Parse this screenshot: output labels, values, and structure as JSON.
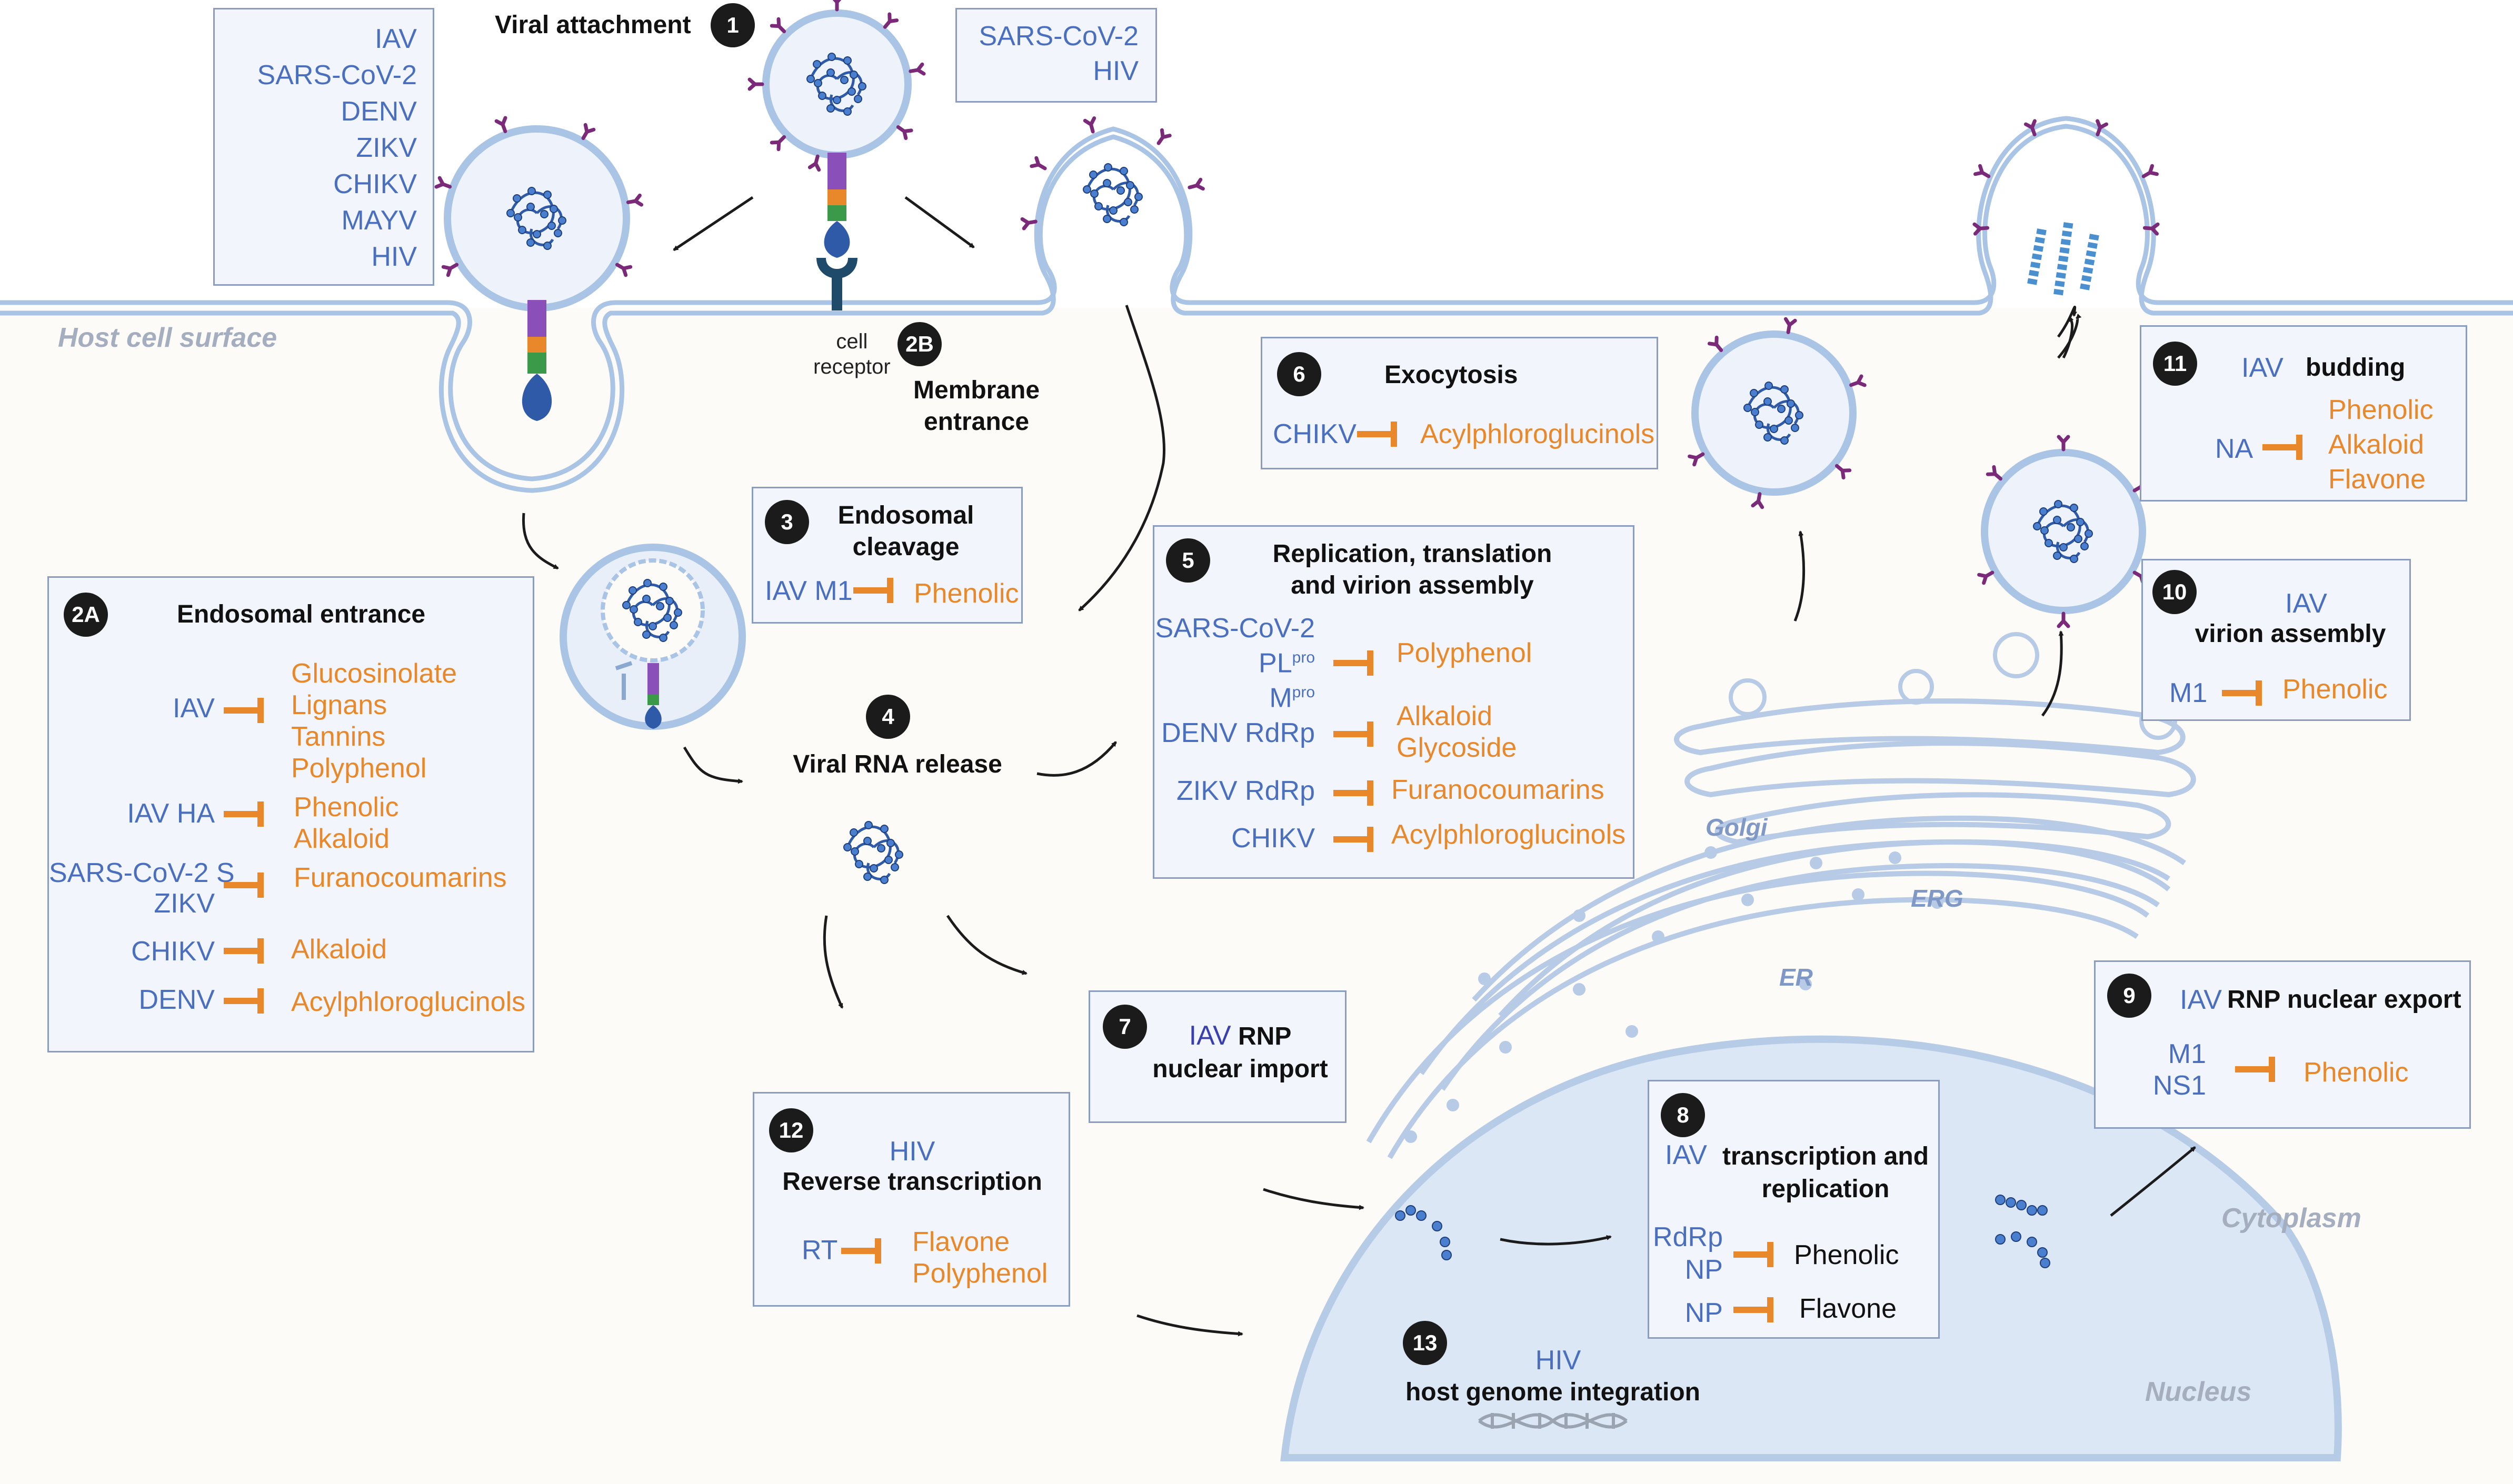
{
  "labels": {
    "host_surface": "Host cell surface",
    "cytoplasm": "Cytoplasm",
    "nucleus": "Nucleus",
    "golgi": "Golgi",
    "erg": "ERG",
    "er": "ER"
  },
  "step1": {
    "num": "1",
    "title": "Viral attachment",
    "receptor_line1": "cell",
    "receptor_line2": "receptor"
  },
  "box_left_top": {
    "viruses": [
      "IAV",
      "SARS-CoV-2",
      "DENV",
      "ZIKV",
      "CHIKV",
      "MAYV",
      "HIV"
    ]
  },
  "box_right_top": {
    "viruses": [
      "SARS-CoV-2",
      "HIV"
    ]
  },
  "step2b": {
    "num": "2B",
    "line1": "Membrane",
    "line2": "entrance"
  },
  "step2a": {
    "num": "2A",
    "title": "Endosomal entrance",
    "rows": [
      {
        "target": "IAV",
        "compounds": [
          "Glucosinolate",
          "Lignans",
          "Tannins",
          "Polyphenol"
        ]
      },
      {
        "target": "IAV HA",
        "compounds": [
          "Phenolic",
          "Alkaloid"
        ]
      },
      {
        "target_line1": "SARS-CoV-2 S",
        "target_line2": "ZIKV",
        "compounds": [
          "Furanocoumarins"
        ]
      },
      {
        "target": "CHIKV",
        "compounds": [
          "Alkaloid"
        ]
      },
      {
        "target": "DENV",
        "compounds": [
          "Acylphloroglucinols"
        ]
      }
    ]
  },
  "step3": {
    "num": "3",
    "line1": "Endosomal",
    "line2": "cleavage",
    "target": "IAV M1",
    "compound": "Phenolic"
  },
  "step4": {
    "num": "4",
    "title": "Viral RNA release"
  },
  "step5": {
    "num": "5",
    "line1": "Replication, translation",
    "line2": "and virion  assembly",
    "sars": "SARS-CoV-2",
    "pl": "PL",
    "pl_sup": "pro",
    "m": "M",
    "m_sup": "pro",
    "sars_compound": "Polyphenol",
    "denv": "DENV RdRp",
    "denv_compounds": [
      "Alkaloid",
      "Glycoside"
    ],
    "zikv": "ZIKV  RdRp",
    "zikv_compound": "Furanocoumarins",
    "chikv": "CHIKV",
    "chikv_compound": "Acylphloroglucinols"
  },
  "step6": {
    "num": "6",
    "title": "Exocytosis",
    "target": "CHIKV",
    "compound": "Acylphloroglucinols"
  },
  "step7": {
    "num": "7",
    "virus": "IAV",
    "line1_rest": "RNP",
    "line2": "nuclear import"
  },
  "step8": {
    "num": "8",
    "virus": "IAV",
    "line1_rest": "transcription and",
    "line2": "replication",
    "t1": "RdRp",
    "t2": "NP",
    "c1": "Phenolic",
    "t3": "NP",
    "c2": "Flavone"
  },
  "step9": {
    "num": "9",
    "virus": "IAV",
    "title": "RNP nuclear export",
    "t1": "M1",
    "t2": "NS1",
    "compound": "Phenolic"
  },
  "step10": {
    "num": "10",
    "virus": "IAV",
    "title": "virion  assembly",
    "target": "M1",
    "compound": "Phenolic"
  },
  "step11": {
    "num": "11",
    "virus": "IAV",
    "title": "budding",
    "target": "NA",
    "compounds": [
      "Phenolic",
      "Alkaloid",
      "Flavone"
    ]
  },
  "step12": {
    "num": "12",
    "virus": "HIV",
    "title": "Reverse transcription",
    "target": "RT",
    "compounds": [
      "Flavone",
      "Polyphenol"
    ]
  },
  "step13": {
    "num": "13",
    "virus": "HIV",
    "title": "host genome  integration"
  },
  "colors": {
    "virus_blue": "#4a6fbe",
    "compound_orange": "#e8882a",
    "box_fill": "#f2f6fc",
    "box_border": "#8a9cc0",
    "membrane": "#a9c4e4",
    "cell_fill": "#fcfbf7",
    "nucleus_fill": "#dce7f5"
  }
}
